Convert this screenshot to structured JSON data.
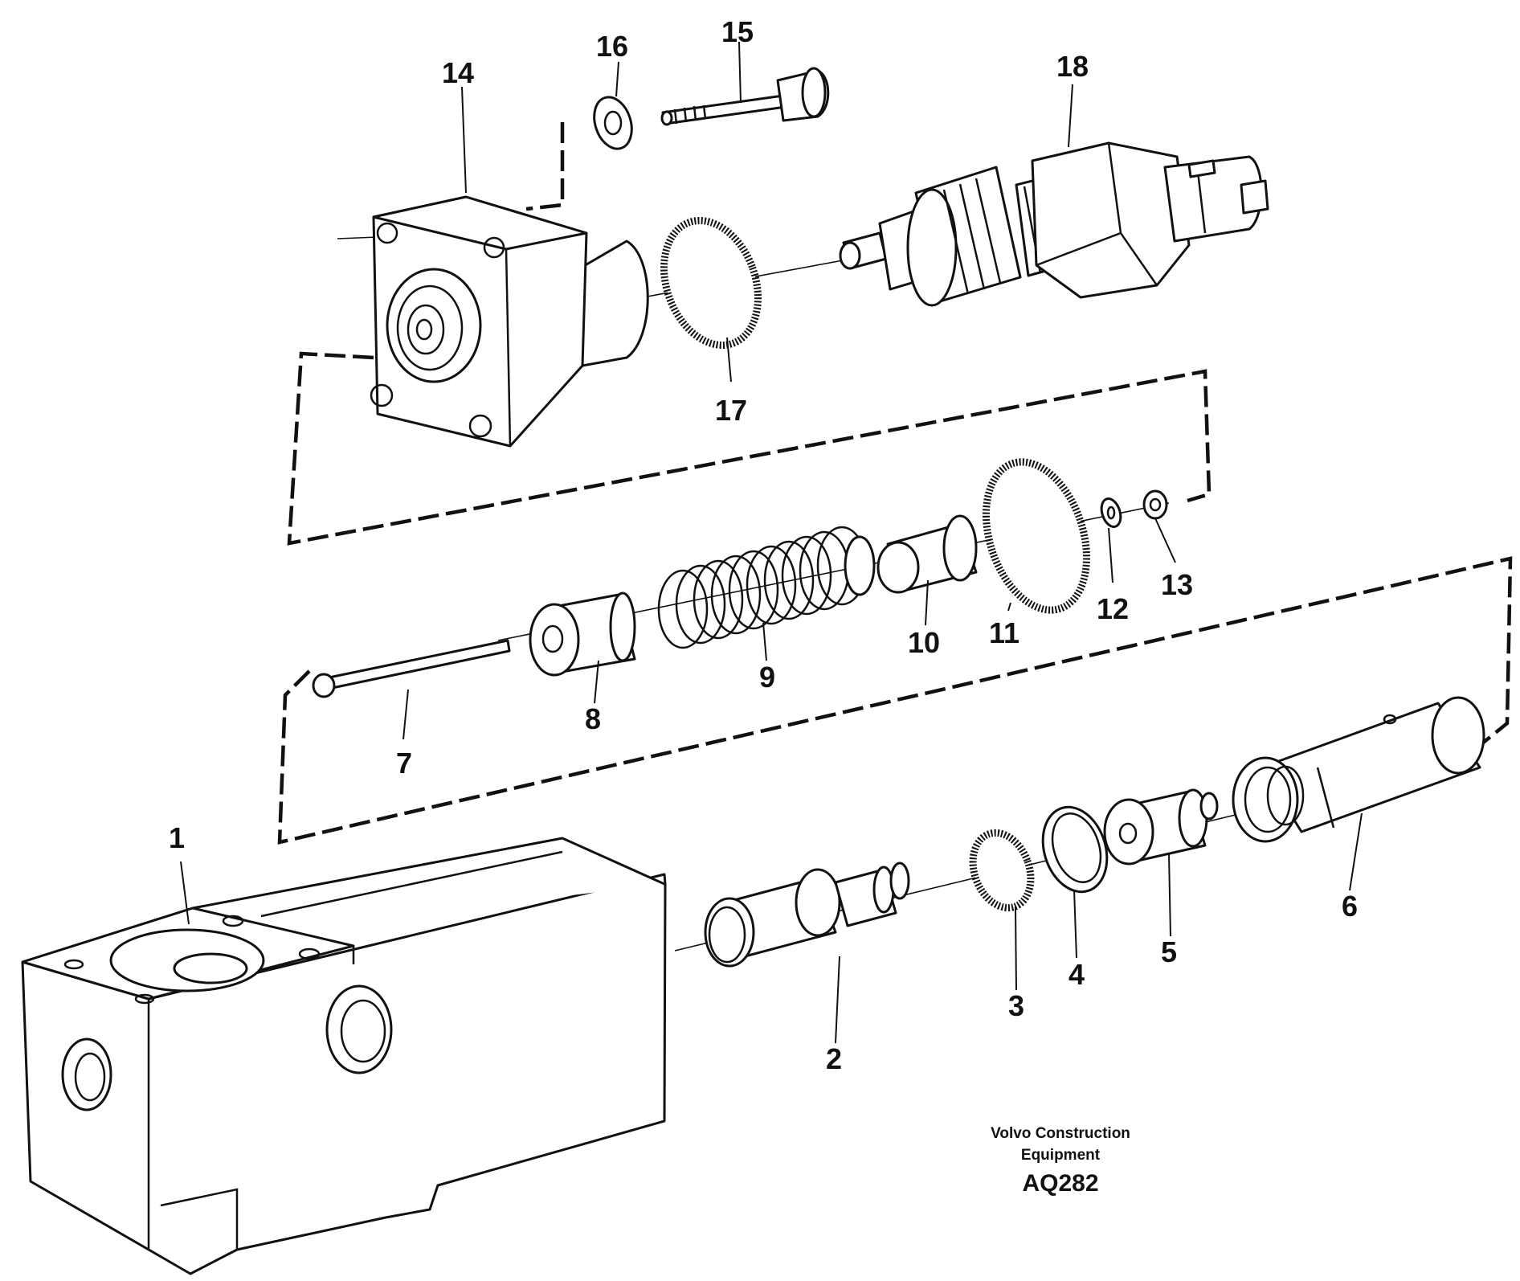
{
  "diagram": {
    "parts": [
      {
        "id": "part-1",
        "label": "1"
      },
      {
        "id": "part-2",
        "label": "2"
      },
      {
        "id": "part-3",
        "label": "3"
      },
      {
        "id": "part-4",
        "label": "4"
      },
      {
        "id": "part-5",
        "label": "5"
      },
      {
        "id": "part-6",
        "label": "6"
      },
      {
        "id": "part-7",
        "label": "7"
      },
      {
        "id": "part-8",
        "label": "8"
      },
      {
        "id": "part-9",
        "label": "9"
      },
      {
        "id": "part-10",
        "label": "10"
      },
      {
        "id": "part-11",
        "label": "11"
      },
      {
        "id": "part-12",
        "label": "12"
      },
      {
        "id": "part-13",
        "label": "13"
      },
      {
        "id": "part-14",
        "label": "14"
      },
      {
        "id": "part-15",
        "label": "15"
      },
      {
        "id": "part-16",
        "label": "16"
      },
      {
        "id": "part-17",
        "label": "17"
      },
      {
        "id": "part-18",
        "label": "18"
      }
    ],
    "credit_line_1": "Volvo Construction",
    "credit_line_2": "Equipment",
    "drawing_code": "AQ282"
  }
}
